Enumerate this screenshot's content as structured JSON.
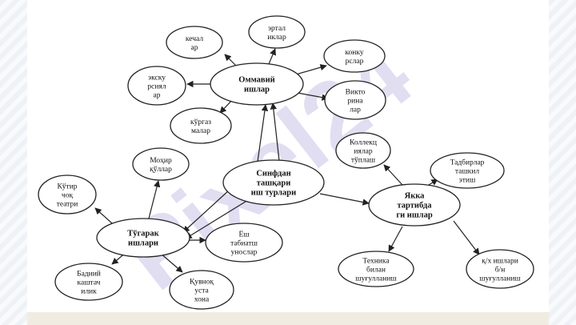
{
  "watermark": {
    "text": "Pixel24",
    "color": "#c9c4e8"
  },
  "colors": {
    "stroke": "#222222",
    "text": "#111111",
    "node_fill": "#ffffff"
  },
  "diagram": {
    "nodes": [
      {
        "id": "ommaviy",
        "lines": [
          "Оммавий",
          "ишлар"
        ],
        "bold": true
      },
      {
        "id": "kechalar",
        "lines": [
          "кечал",
          "ар"
        ]
      },
      {
        "id": "ertaliklar",
        "lines": [
          "эртал",
          "иклар"
        ]
      },
      {
        "id": "konkurslar",
        "lines": [
          "конку",
          "рслар"
        ]
      },
      {
        "id": "ekskursiyalar",
        "lines": [
          "экску",
          "рсиял",
          "ар"
        ]
      },
      {
        "id": "viktorinalar",
        "lines": [
          "Викто",
          "рина",
          "лар"
        ]
      },
      {
        "id": "korgazmalar",
        "lines": [
          "кўргаз",
          "малар"
        ]
      },
      {
        "id": "kolleksiya",
        "lines": [
          "Коллекц",
          "иялар",
          "тўплаш"
        ]
      },
      {
        "id": "mohir",
        "lines": [
          "Моҳир",
          "қўллар"
        ]
      },
      {
        "id": "sinfdan",
        "lines": [
          "Синфдан",
          "ташқари",
          "иш турлари"
        ],
        "bold": true
      },
      {
        "id": "tadbirlar",
        "lines": [
          "Тадбирлар",
          "ташкил",
          "этиш"
        ]
      },
      {
        "id": "kotir",
        "lines": [
          "Кўтир",
          "чоқ",
          "театри"
        ]
      },
      {
        "id": "yakka",
        "lines": [
          "Якка",
          "тартибда",
          "ги ишлар"
        ],
        "bold": true
      },
      {
        "id": "togarak",
        "lines": [
          "Тўгарак",
          "ишлари"
        ],
        "bold": true
      },
      {
        "id": "yosh",
        "lines": [
          "Ёш",
          "табиатш",
          "унослар"
        ]
      },
      {
        "id": "badiiy",
        "lines": [
          "Бадиий",
          "каштач",
          "илик"
        ]
      },
      {
        "id": "quvnoq",
        "lines": [
          "Қувноқ",
          "уста",
          "хона"
        ]
      },
      {
        "id": "texnika",
        "lines": [
          "Техника",
          "билан",
          "шуғулланиш"
        ]
      },
      {
        "id": "kx",
        "lines": [
          "қ/х ишлари",
          "б/н",
          "шуғулланиш"
        ]
      }
    ],
    "edges": [
      {
        "from": "ommaviy",
        "to": "kechalar"
      },
      {
        "from": "ommaviy",
        "to": "ertaliklar"
      },
      {
        "from": "ommaviy",
        "to": "konkurslar"
      },
      {
        "from": "ommaviy",
        "to": "ekskursiyalar"
      },
      {
        "from": "ommaviy",
        "to": "viktorinalar"
      },
      {
        "from": "ommaviy",
        "to": "korgazmalar"
      },
      {
        "from": "sinfdan",
        "to": "ommaviy"
      },
      {
        "from": "sinfdan",
        "to": "ommaviy"
      },
      {
        "from": "sinfdan",
        "to": "yakka"
      },
      {
        "from": "sinfdan",
        "to": "togarak"
      },
      {
        "from": "sinfdan",
        "to": "togarak"
      },
      {
        "from": "togarak",
        "to": "mohir"
      },
      {
        "from": "togarak",
        "to": "kotir"
      },
      {
        "from": "togarak",
        "to": "yosh"
      },
      {
        "from": "togarak",
        "to": "badiiy"
      },
      {
        "from": "togarak",
        "to": "quvnoq"
      },
      {
        "from": "yakka",
        "to": "kolleksiya"
      },
      {
        "from": "yakka",
        "to": "tadbirlar"
      },
      {
        "from": "yakka",
        "to": "texnika"
      },
      {
        "from": "yakka",
        "to": "kx"
      }
    ]
  }
}
